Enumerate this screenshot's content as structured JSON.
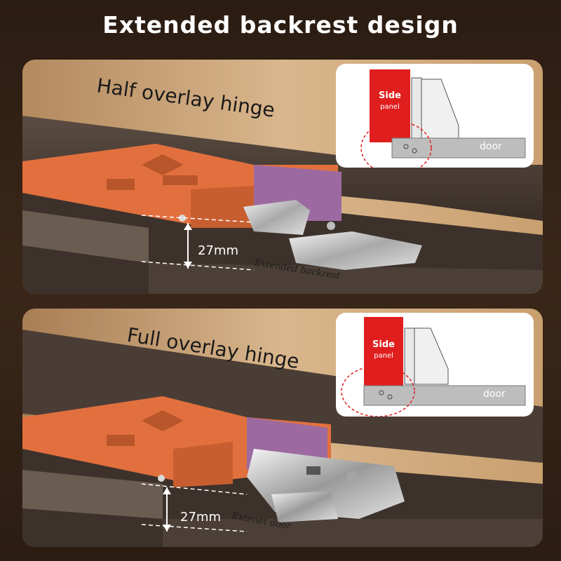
{
  "title": "Extended backrest design",
  "panels": [
    {
      "heading": "Half overlay hinge",
      "measurement": "27mm",
      "caption": "Extended backrest",
      "inset": {
        "side_label": "Side",
        "side_sub": "panel",
        "door_label": "door"
      }
    },
    {
      "heading": "Full overlay hinge",
      "measurement": "27mm",
      "caption": "Extenet door",
      "inset": {
        "side_label": "Side",
        "side_sub": "panel",
        "door_label": "door"
      }
    }
  ],
  "colors": {
    "jig_orange": "#e2703e",
    "jig_purple": "#9c6aa0",
    "side_panel_red": "#e01e1e",
    "wood_wall": "#c9a57c",
    "wood_board": "#4a3d35"
  }
}
